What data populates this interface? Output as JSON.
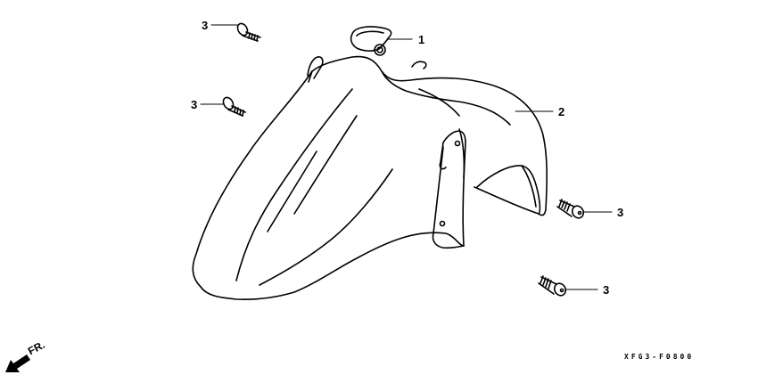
{
  "diagram": {
    "title": "Front Fender exploded parts diagram",
    "drawing_code": "XFG3-F0800",
    "direction_indicator": {
      "label": "FR.",
      "icon": "arrow-front-icon"
    },
    "callouts": [
      {
        "ref": "1",
        "part": "grommet / cable guide"
      },
      {
        "ref": "2",
        "part": "front fender"
      },
      {
        "ref": "3",
        "part": "bolt (upper-left)"
      },
      {
        "ref": "3",
        "part": "bolt (mid-left)"
      },
      {
        "ref": "3",
        "part": "bolt (right-upper)"
      },
      {
        "ref": "3",
        "part": "bolt (right-lower)"
      }
    ],
    "colors": {
      "line": "#000000",
      "background": "#ffffff"
    }
  }
}
